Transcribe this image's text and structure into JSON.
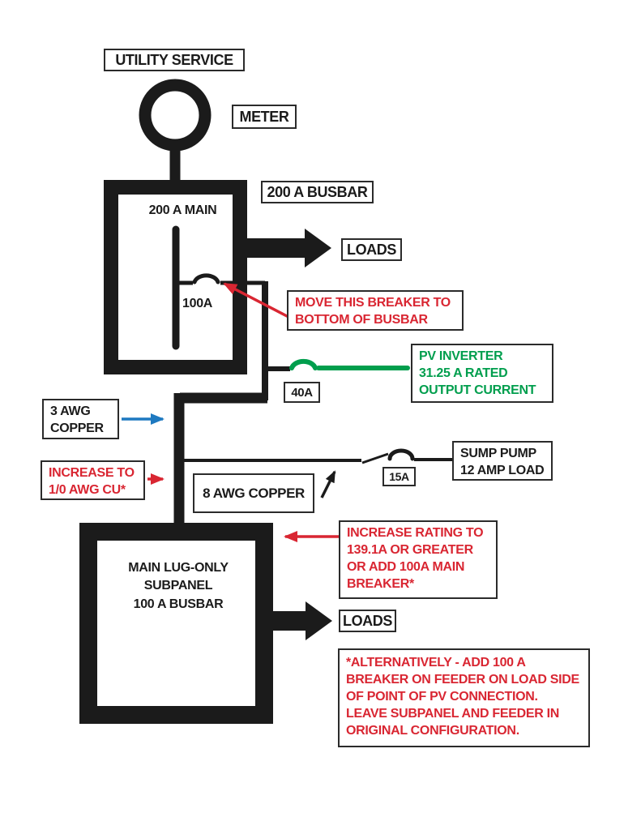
{
  "colors": {
    "diagram_black": "#1b1b1b",
    "annotation_red": "#d92632",
    "pv_green": "#009e4d",
    "feeder_blue": "#1e79c0",
    "background": "#ffffff"
  },
  "diagram": {
    "utility_service": "UTILITY SERVICE",
    "meter": "METER",
    "main_busbar_label": "200 A BUSBAR",
    "main_panel_label": "200 A MAIN",
    "breaker_100a": "100A",
    "loads_top": "LOADS",
    "note_move_breaker": "MOVE THIS BREAKER TO\nBOTTOM OF BUSBAR",
    "breaker_40a": "40A",
    "note_pv_inverter": "PV INVERTER\n31.25 A RATED\nOUTPUT CURRENT",
    "wire_3awg": "3 AWG\nCOPPER",
    "note_increase_cu": "INCREASE TO\n1/0 AWG CU*",
    "wire_8awg": "8 AWG COPPER",
    "breaker_15a": "15A",
    "sump_pump": "SUMP PUMP\n12 AMP LOAD",
    "subpanel_label": "MAIN LUG-ONLY\nSUBPANEL\n100 A BUSBAR",
    "note_increase_rating": "INCREASE RATING TO\n139.1A OR GREATER\nOR ADD 100A MAIN\nBREAKER*",
    "loads_bottom": "LOADS",
    "note_alternative": "*ALTERNATIVELY - ADD 100 A\nBREAKER ON FEEDER ON LOAD SIDE\nOF POINT OF PV CONNECTION.\nLEAVE SUBPANEL AND FEEDER IN\nORIGINAL CONFIGURATION."
  }
}
